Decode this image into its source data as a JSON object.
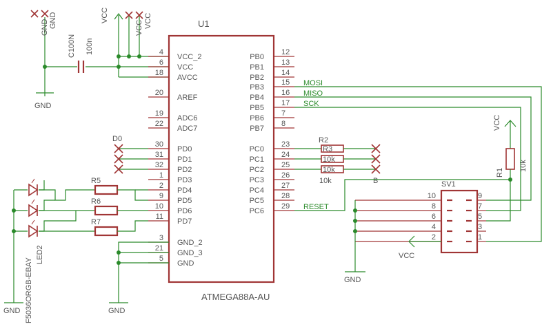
{
  "chip": {
    "ref": "U1",
    "value": "ATMEGA88A-AU",
    "left_pins": [
      {
        "num": "4",
        "name": "VCC_2"
      },
      {
        "num": "6",
        "name": "VCC"
      },
      {
        "num": "18",
        "name": "AVCC"
      },
      {
        "num": "20",
        "name": "AREF"
      },
      {
        "num": "19",
        "name": "ADC6"
      },
      {
        "num": "22",
        "name": "ADC7"
      },
      {
        "num": "30",
        "name": "PD0"
      },
      {
        "num": "31",
        "name": "PD1"
      },
      {
        "num": "32",
        "name": "PD2"
      },
      {
        "num": "1",
        "name": "PD3"
      },
      {
        "num": "2",
        "name": "PD4"
      },
      {
        "num": "9",
        "name": "PD5"
      },
      {
        "num": "10",
        "name": "PD6"
      },
      {
        "num": "11",
        "name": "PD7"
      },
      {
        "num": "3",
        "name": "GND_2"
      },
      {
        "num": "21",
        "name": "GND_3"
      },
      {
        "num": "5",
        "name": "GND"
      }
    ],
    "right_pins": [
      {
        "num": "12",
        "name": "PB0"
      },
      {
        "num": "13",
        "name": "PB1"
      },
      {
        "num": "14",
        "name": "PB2"
      },
      {
        "num": "15",
        "name": "PB3"
      },
      {
        "num": "16",
        "name": "PB4"
      },
      {
        "num": "17",
        "name": "PB5"
      },
      {
        "num": "7",
        "name": "PB6"
      },
      {
        "num": "8",
        "name": "PB7"
      },
      {
        "num": "23",
        "name": "PC0"
      },
      {
        "num": "24",
        "name": "PC1"
      },
      {
        "num": "25",
        "name": "PC2"
      },
      {
        "num": "26",
        "name": "PC3"
      },
      {
        "num": "27",
        "name": "PC4"
      },
      {
        "num": "28",
        "name": "PC5"
      },
      {
        "num": "29",
        "name": "PC6"
      }
    ]
  },
  "nets": {
    "mosi": "MOSI",
    "miso": "MISO",
    "sck": "SCK",
    "reset": "RESET",
    "d0": "D0"
  },
  "supplies": {
    "gnd": "GND",
    "vcc": "VCC"
  },
  "cap": {
    "ref": "C100N",
    "value": "100n"
  },
  "resistors": {
    "r5": "R5",
    "r6": "R6",
    "r7": "R7",
    "r2": "R2",
    "r1": "R1",
    "r1_value": "10k",
    "r2_value": "10k",
    "r2_pin_labels": [
      "R3",
      "10k",
      "10k"
    ],
    "b_label": "B"
  },
  "led": {
    "part": "F5036ORGB-EBAY",
    "ref": "LED2"
  },
  "header": {
    "ref": "SV1",
    "left_nums": [
      "10",
      "8",
      "6",
      "4",
      "2"
    ],
    "right_nums": [
      "9",
      "7",
      "5",
      "3",
      "1"
    ]
  },
  "colors": {
    "symbol": "#a03535",
    "wire": "#2a8a2a",
    "text": "#555555"
  }
}
